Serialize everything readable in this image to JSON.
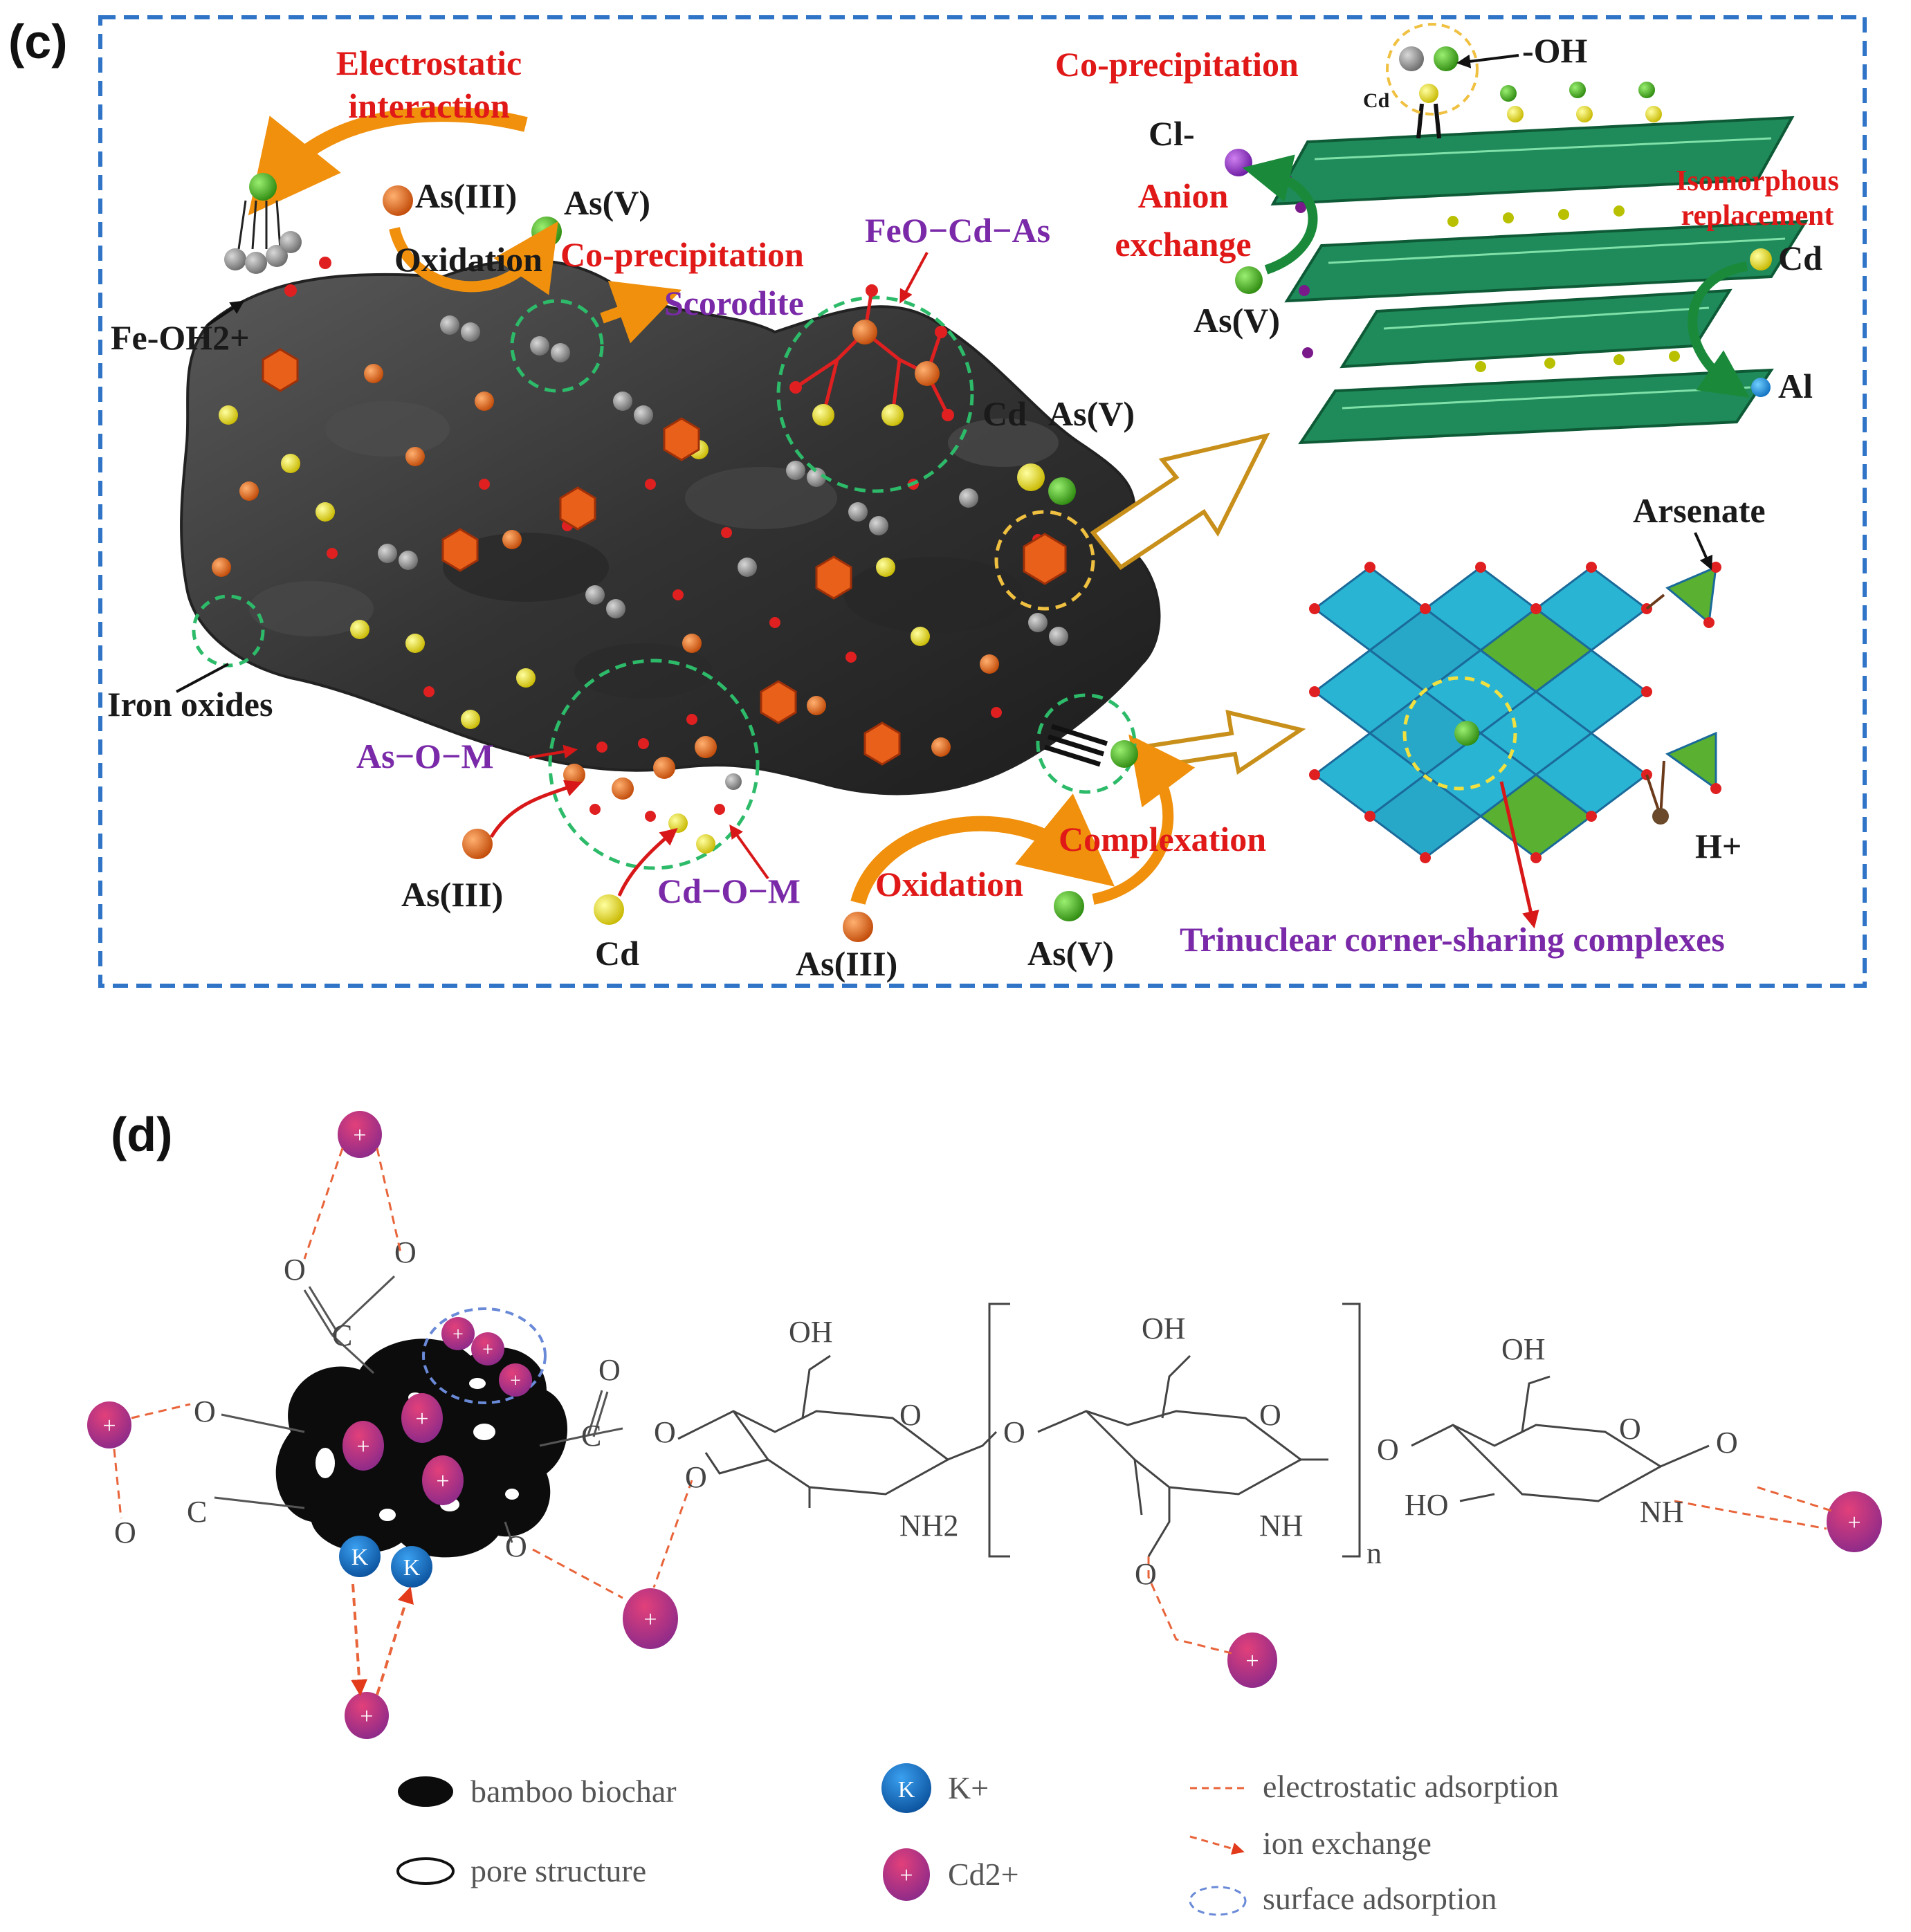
{
  "panel_c": {
    "label": "(c)",
    "electrostatic_line1": "Electrostatic",
    "electrostatic_line2": "interaction",
    "as_iii_top": "As(III)",
    "as_v_top": "As(V)",
    "oxidation_top": "Oxidation",
    "coprecip_mid": "Co-precipitation",
    "scorodite": "Scorodite",
    "feo_cd_as": "FeO−Cd−As",
    "fe_oh2": "Fe-OH2+",
    "iron_oxides": "Iron oxides",
    "as_o_m": "As−O−M",
    "cd_o_m": "Cd−O−M",
    "as_iii_left": "As(III)",
    "cd_bottom": "Cd",
    "as_iii_bottom": "As(III)",
    "oxidation_bottom": "Oxidation",
    "complexation": "Complexation",
    "as_v_bottom": "As(V)",
    "cd_mid": "Cd",
    "as_v_mid": "As(V)",
    "coprecip_top": "Co-precipitation",
    "oh": "-OH",
    "cd_small": "Cd",
    "cl": "Cl-",
    "anion_line1": "Anion",
    "anion_line2": "exchange",
    "as_v_right": "As(V)",
    "isomorph_line1": "Isomorphous",
    "isomorph_line2": "replacement",
    "cd_right": "Cd",
    "al": "Al",
    "arsenate": "Arsenate",
    "h_plus": "H+",
    "trinuclear": "Trinuclear corner-sharing complexes"
  },
  "panel_d": {
    "label": "(d)",
    "k": "K",
    "plus": "+",
    "chem": {
      "o": "O",
      "c": "C",
      "oh": "OH",
      "nh2": "NH2",
      "nh": "NH",
      "ho": "HO",
      "n": "n"
    },
    "legend": {
      "biochar": "bamboo biochar",
      "pore": "pore structure",
      "k_ion": "K+",
      "cd_ion": "Cd2+",
      "electrostatic": "electrostatic adsorption",
      "ion_exchange": "ion exchange",
      "surface": "surface adsorption"
    }
  },
  "colors": {
    "frame": "#2f74c6",
    "red_text": "#e01818",
    "purple_text": "#7a2aa8",
    "biochar": "#3c3c3c",
    "cd_ion": "#b3306f",
    "k_ion": "#1c72c4",
    "green_layer": "#1f8a5a",
    "cyan_octa": "#2ab4d4",
    "orange_arrow": "#f0900c"
  }
}
